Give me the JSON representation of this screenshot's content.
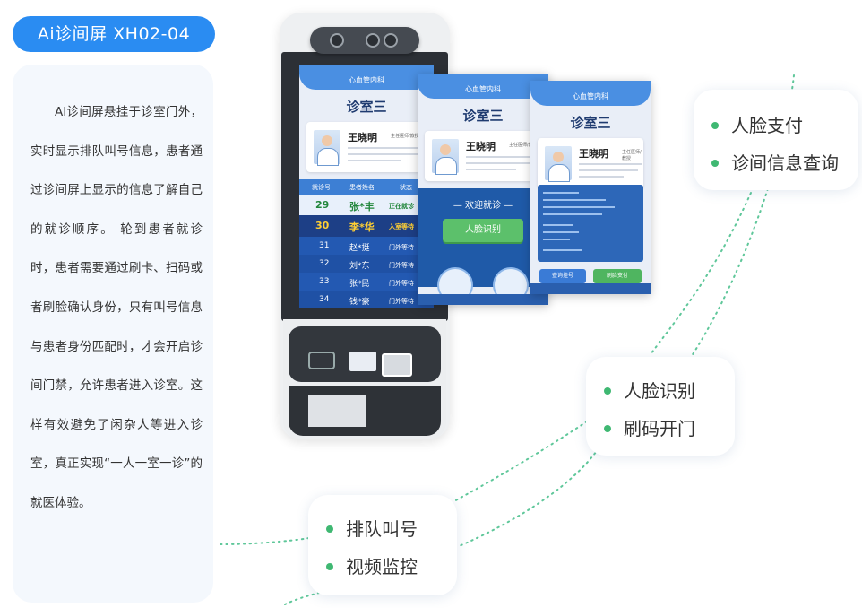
{
  "title": "Ai诊间屏 XH02-04",
  "description": "AI诊间屏悬挂于诊室门外，实时显示排队叫号信息，患者通过诊间屏上显示的信息了解自己的就诊顺序。 轮到患者就诊时，患者需要通过刷卡、扫码或者刷脸确认身份，只有叫号信息与患者身份匹配时，才会开启诊 间门禁，允许患者进入诊室。这样有效避免了闲杂人等进入诊室，真正实现“一人一室一诊”的就医体验。",
  "features": {
    "card1": [
      "人脸支付",
      "诊间信息查询"
    ],
    "card2": [
      "人脸识别",
      "刷码开门"
    ],
    "card3": [
      "排队叫号",
      "视频监控"
    ]
  },
  "screen": {
    "department": "心血管内科",
    "room": "诊室三",
    "doctor_name": "王晓明",
    "doctor_title": "主任医师/教授",
    "queue_headers": [
      "就诊号",
      "患者姓名",
      "状态"
    ],
    "queue": [
      {
        "num": "29",
        "name": "张*丰",
        "status": "正在就诊"
      },
      {
        "num": "30",
        "name": "李*华",
        "status": "入室等待"
      },
      {
        "num": "31",
        "name": "赵*挺",
        "status": "门外等待"
      },
      {
        "num": "32",
        "name": "刘*东",
        "status": "门外等待"
      },
      {
        "num": "33",
        "name": "张*民",
        "status": "门外等待"
      },
      {
        "num": "34",
        "name": "钱*豪",
        "status": "门外等待"
      }
    ],
    "welcome": "— 欢迎就诊 —",
    "face_button": "人脸识别",
    "query_button": "查询挂号",
    "pay_button": "刷脸支付"
  },
  "colors": {
    "accent": "#2a8cf2",
    "bullet": "#3fb872",
    "dots": "#5fc79a"
  }
}
